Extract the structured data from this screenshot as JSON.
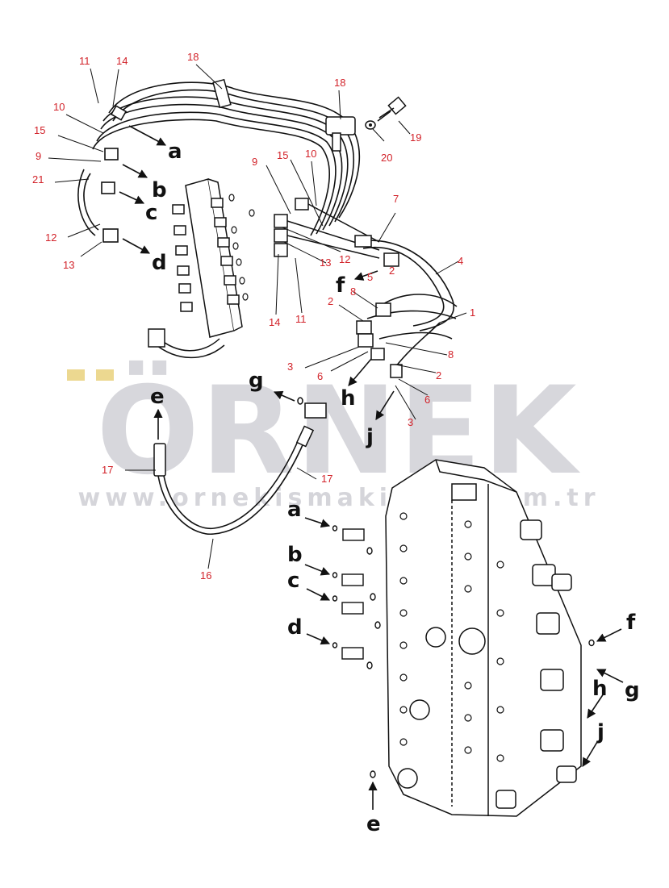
{
  "watermark": {
    "brand": "ÖRNEK",
    "url": "www.ornekismakinesi.com.tr"
  },
  "callouts": {
    "n1": "1",
    "n2a": "2",
    "n2b": "2",
    "n2c": "2",
    "n3a": "3",
    "n3b": "3",
    "n4": "4",
    "n5": "5",
    "n6a": "6",
    "n6b": "6",
    "n7": "7",
    "n8a": "8",
    "n8b": "8",
    "n9a": "9",
    "n9b": "9",
    "n10a": "10",
    "n10b": "10",
    "n11a": "11",
    "n11b": "11",
    "n12a": "12",
    "n12b": "12",
    "n13a": "13",
    "n13b": "13",
    "n14a": "14",
    "n14b": "14",
    "n15a": "15",
    "n15b": "15",
    "n16": "16",
    "n17a": "17",
    "n17b": "17",
    "n18a": "18",
    "n18b": "18",
    "n19": "19",
    "n20": "20",
    "n21": "21"
  },
  "connections": {
    "a1": "a",
    "b1": "b",
    "c1": "c",
    "d1": "d",
    "a2": "a",
    "b2": "b",
    "c2": "c",
    "d2": "d",
    "e1": "e",
    "e2": "e",
    "f1": "f",
    "f2": "f",
    "g1": "g",
    "g2": "g",
    "h1": "h",
    "h2": "h",
    "j1": "j",
    "j2": "j"
  }
}
